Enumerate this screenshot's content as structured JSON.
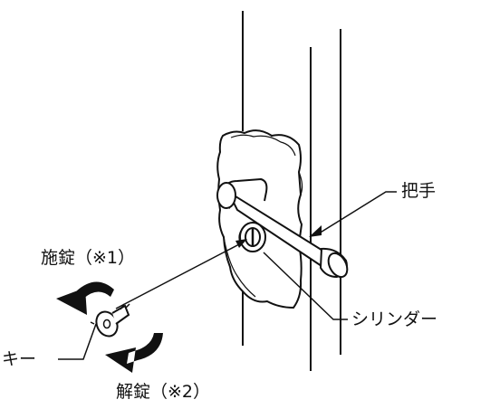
{
  "labels": {
    "handle": "把手",
    "lock": "施錠（※1）",
    "unlock": "解錠（※2）",
    "key": "キー",
    "cylinder": "シリンダー"
  },
  "colors": {
    "line": "#111111",
    "background": "#ffffff"
  }
}
